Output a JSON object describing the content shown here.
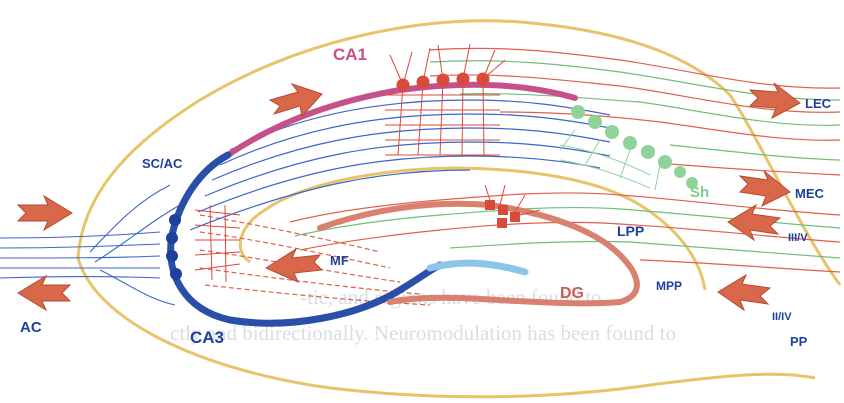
{
  "labels": {
    "ca1": "CA1",
    "ca3": "CA3",
    "dg": "DG",
    "sc_ac": "SC/AC",
    "mf": "MF",
    "lpp": "LPP",
    "mpp": "MPP",
    "pp": "PP",
    "sh": "Sh",
    "lec": "LEC",
    "mec": "MEC",
    "iii_v": "III/V",
    "ii_iv": "II/IV",
    "ac": "AC"
  },
  "background_text": {
    "line1": "-tic, and regions have been found to",
    "line2": "ctly and bidirectionally. Neuromodulation has been found to",
    "line3": ""
  },
  "colors": {
    "outline": "#e8c36a",
    "ca1": "#c8508a",
    "ca3": "#2a4fa8",
    "dg": "#d9806e",
    "dg_light": "#8cc4ea",
    "fibers_blue": "#3d66c8",
    "fibers_red": "#e0604a",
    "fibers_green": "#6fbf7a",
    "neuron_red": "#d94a3a",
    "neuron_green": "#8fd39a",
    "arrow": "#d9684a",
    "label_blue": "#1f3f9c",
    "label_pink": "#c8508a",
    "label_red": "#c46050",
    "label_green": "#7fcf8a"
  },
  "icons": {
    "arrows": [
      "arrow-right-icon",
      "arrow-left-icon"
    ]
  }
}
